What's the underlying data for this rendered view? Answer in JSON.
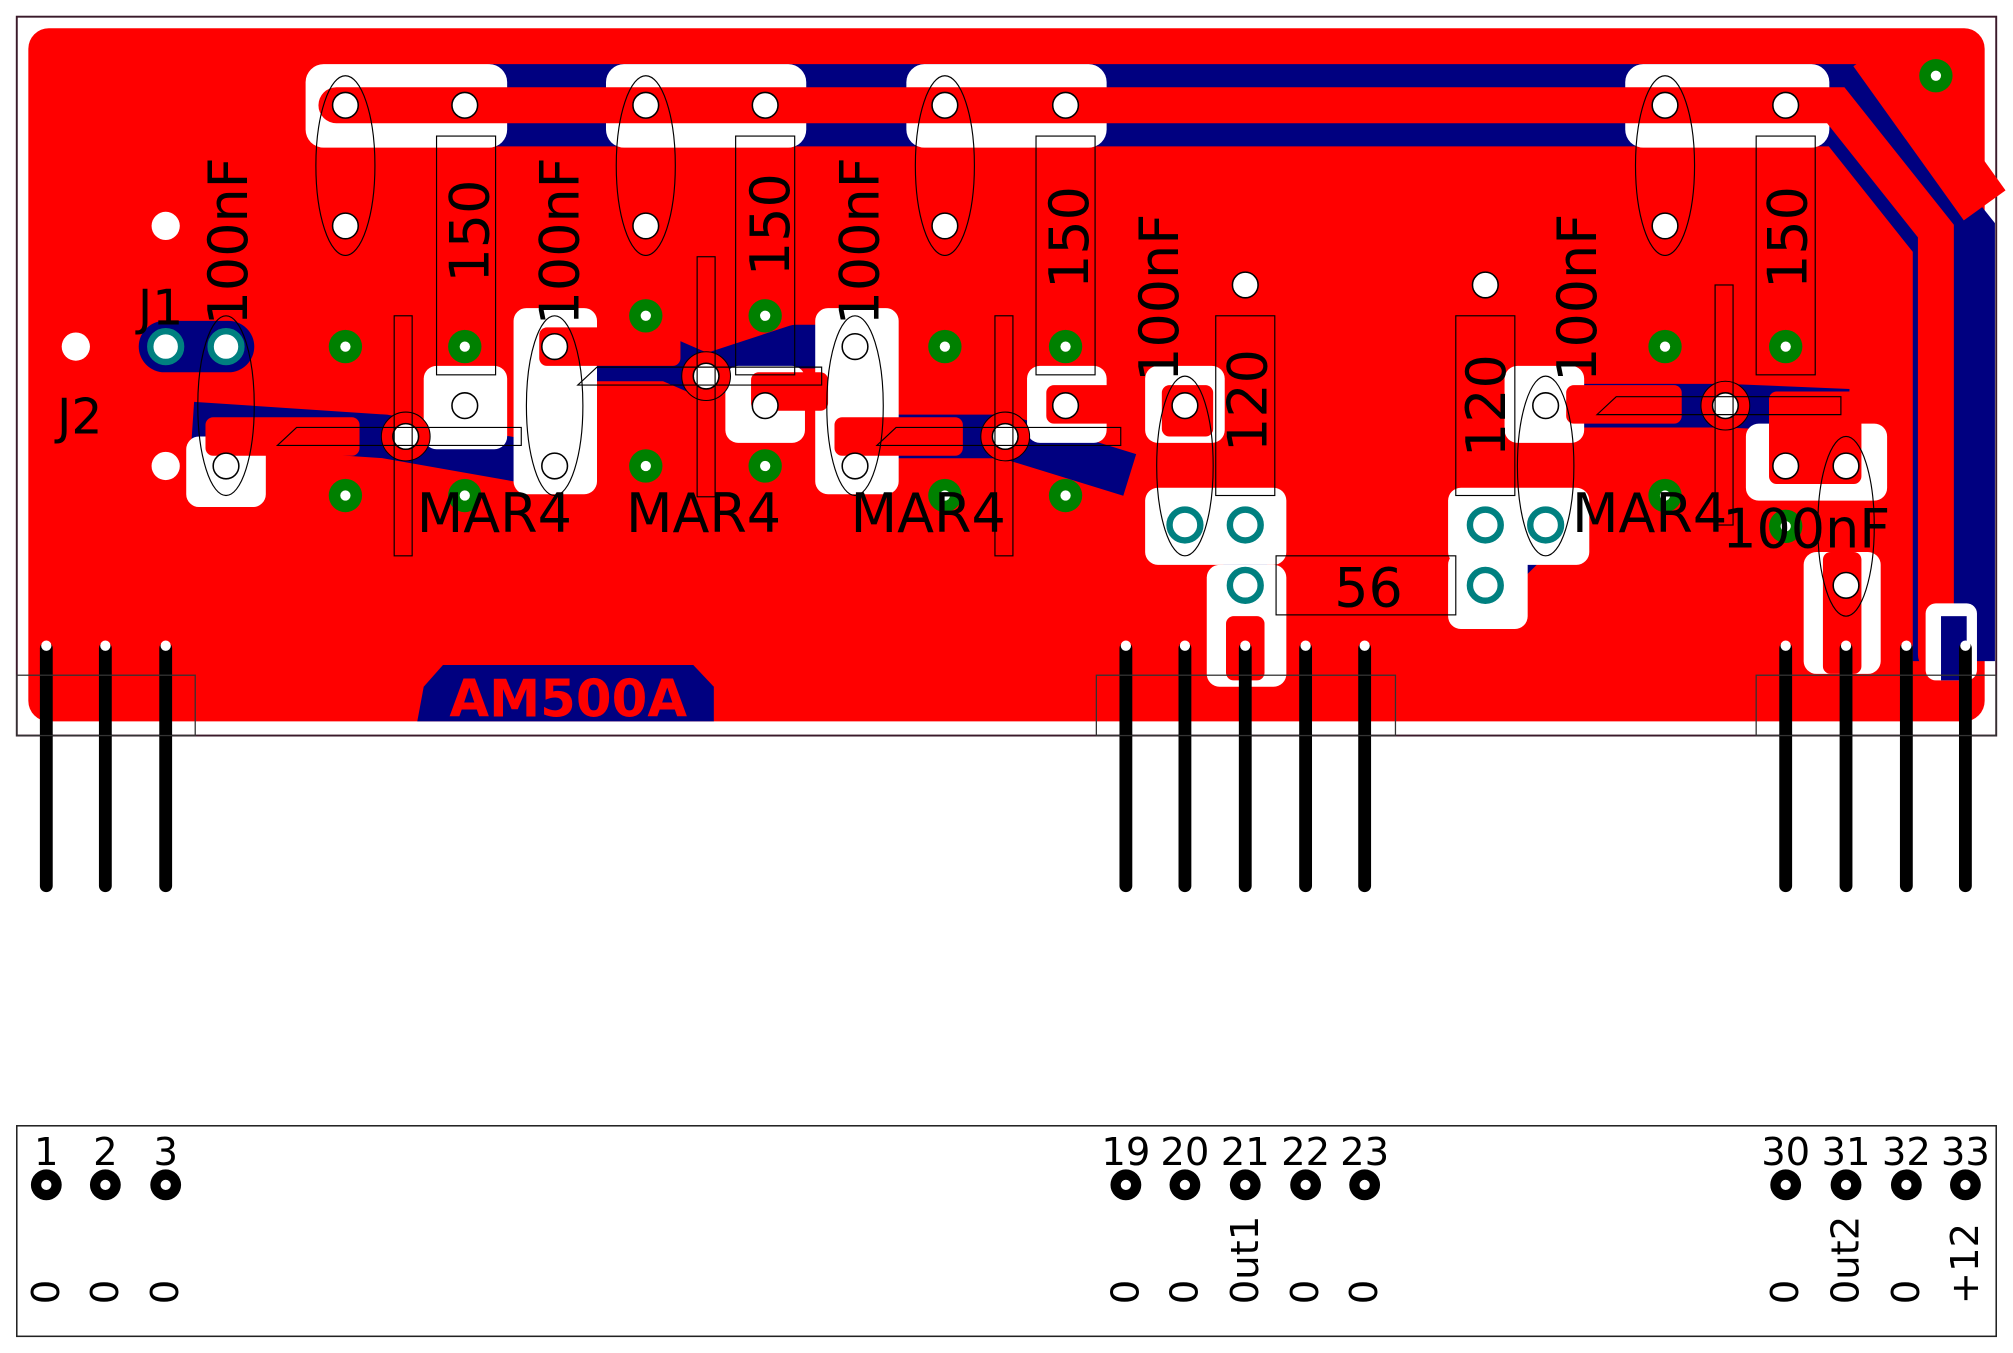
{
  "board": {
    "title_text": "AM500A",
    "colors": {
      "copper_top": "#ff0000",
      "copper_bottom": "#000080",
      "via": "#008000",
      "pad_ring": "#008080",
      "clearance": "#ffffff"
    }
  },
  "labels": {
    "j1": "J1",
    "j2": "J2",
    "c1": "100nF",
    "r1": "150",
    "c2": "100nF",
    "r2": "150",
    "c3": "100nF",
    "r3": "150",
    "c4": "100nF",
    "r4": "120",
    "r5": "120",
    "c5": "100nF",
    "r6": "150",
    "c6": "100nF",
    "r7": "56",
    "u1": "MAR4",
    "u2": "MAR4",
    "u3": "MAR4",
    "u4": "MAR4"
  },
  "connector": {
    "pins": [
      {
        "num": "1",
        "net": "0"
      },
      {
        "num": "2",
        "net": "0"
      },
      {
        "num": "3",
        "net": "0"
      },
      {
        "num": "19",
        "net": "0"
      },
      {
        "num": "20",
        "net": "0"
      },
      {
        "num": "21",
        "net": "0ut1"
      },
      {
        "num": "22",
        "net": "0"
      },
      {
        "num": "23",
        "net": "0"
      },
      {
        "num": "30",
        "net": "0"
      },
      {
        "num": "31",
        "net": "0ut2"
      },
      {
        "num": "32",
        "net": "0"
      },
      {
        "num": "33",
        "net": "+12"
      }
    ]
  }
}
